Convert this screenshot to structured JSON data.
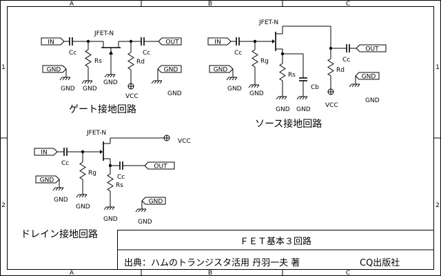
{
  "frame": {
    "columns": [
      "A",
      "B",
      "C"
    ],
    "rows": [
      "1",
      "2"
    ]
  },
  "common": {
    "in": "IN",
    "out": "OUT",
    "gnd": "GND",
    "vcc": "VCC",
    "jfet": "JFET-N",
    "cc": "Cc",
    "rs": "Rs",
    "rd": "Rd",
    "rg": "Rg",
    "cb": "Cb"
  },
  "circuits": {
    "gate": {
      "title": "ゲート接地回路"
    },
    "source": {
      "title": "ソース接地回路"
    },
    "drain": {
      "title": "ドレイン接地回路"
    }
  },
  "title_block": {
    "title": "ＦＥＴ基本３回路",
    "source": "出典：ハムのトランジスタ活用  丹羽一夫  著",
    "publisher": "CQ出版社"
  }
}
